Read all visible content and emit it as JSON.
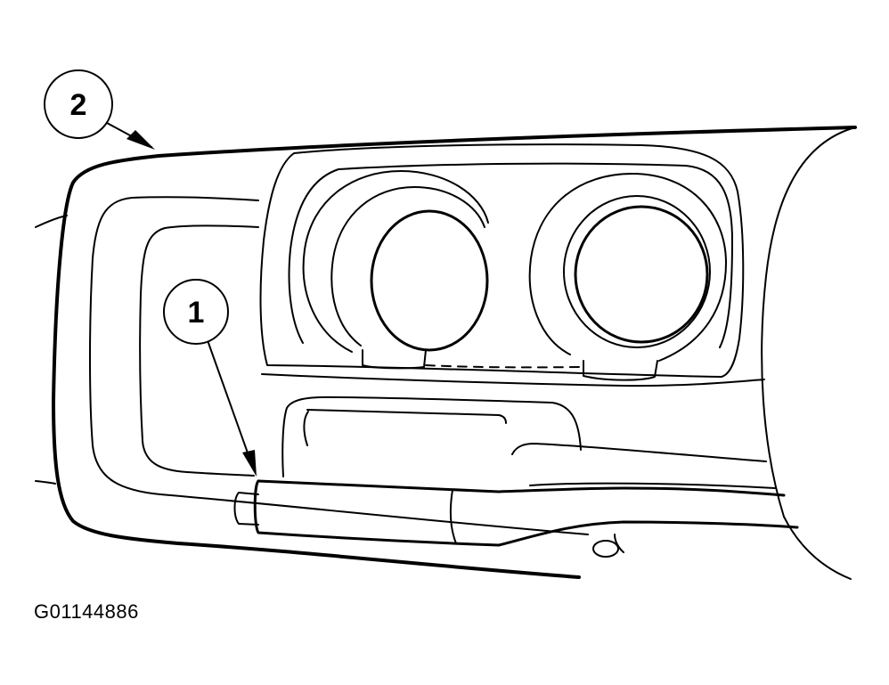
{
  "callouts": [
    {
      "label": "1"
    },
    {
      "label": "2"
    }
  ],
  "figure_id": "G01144886",
  "colors": {
    "line": "#000000",
    "background": "#ffffff"
  }
}
